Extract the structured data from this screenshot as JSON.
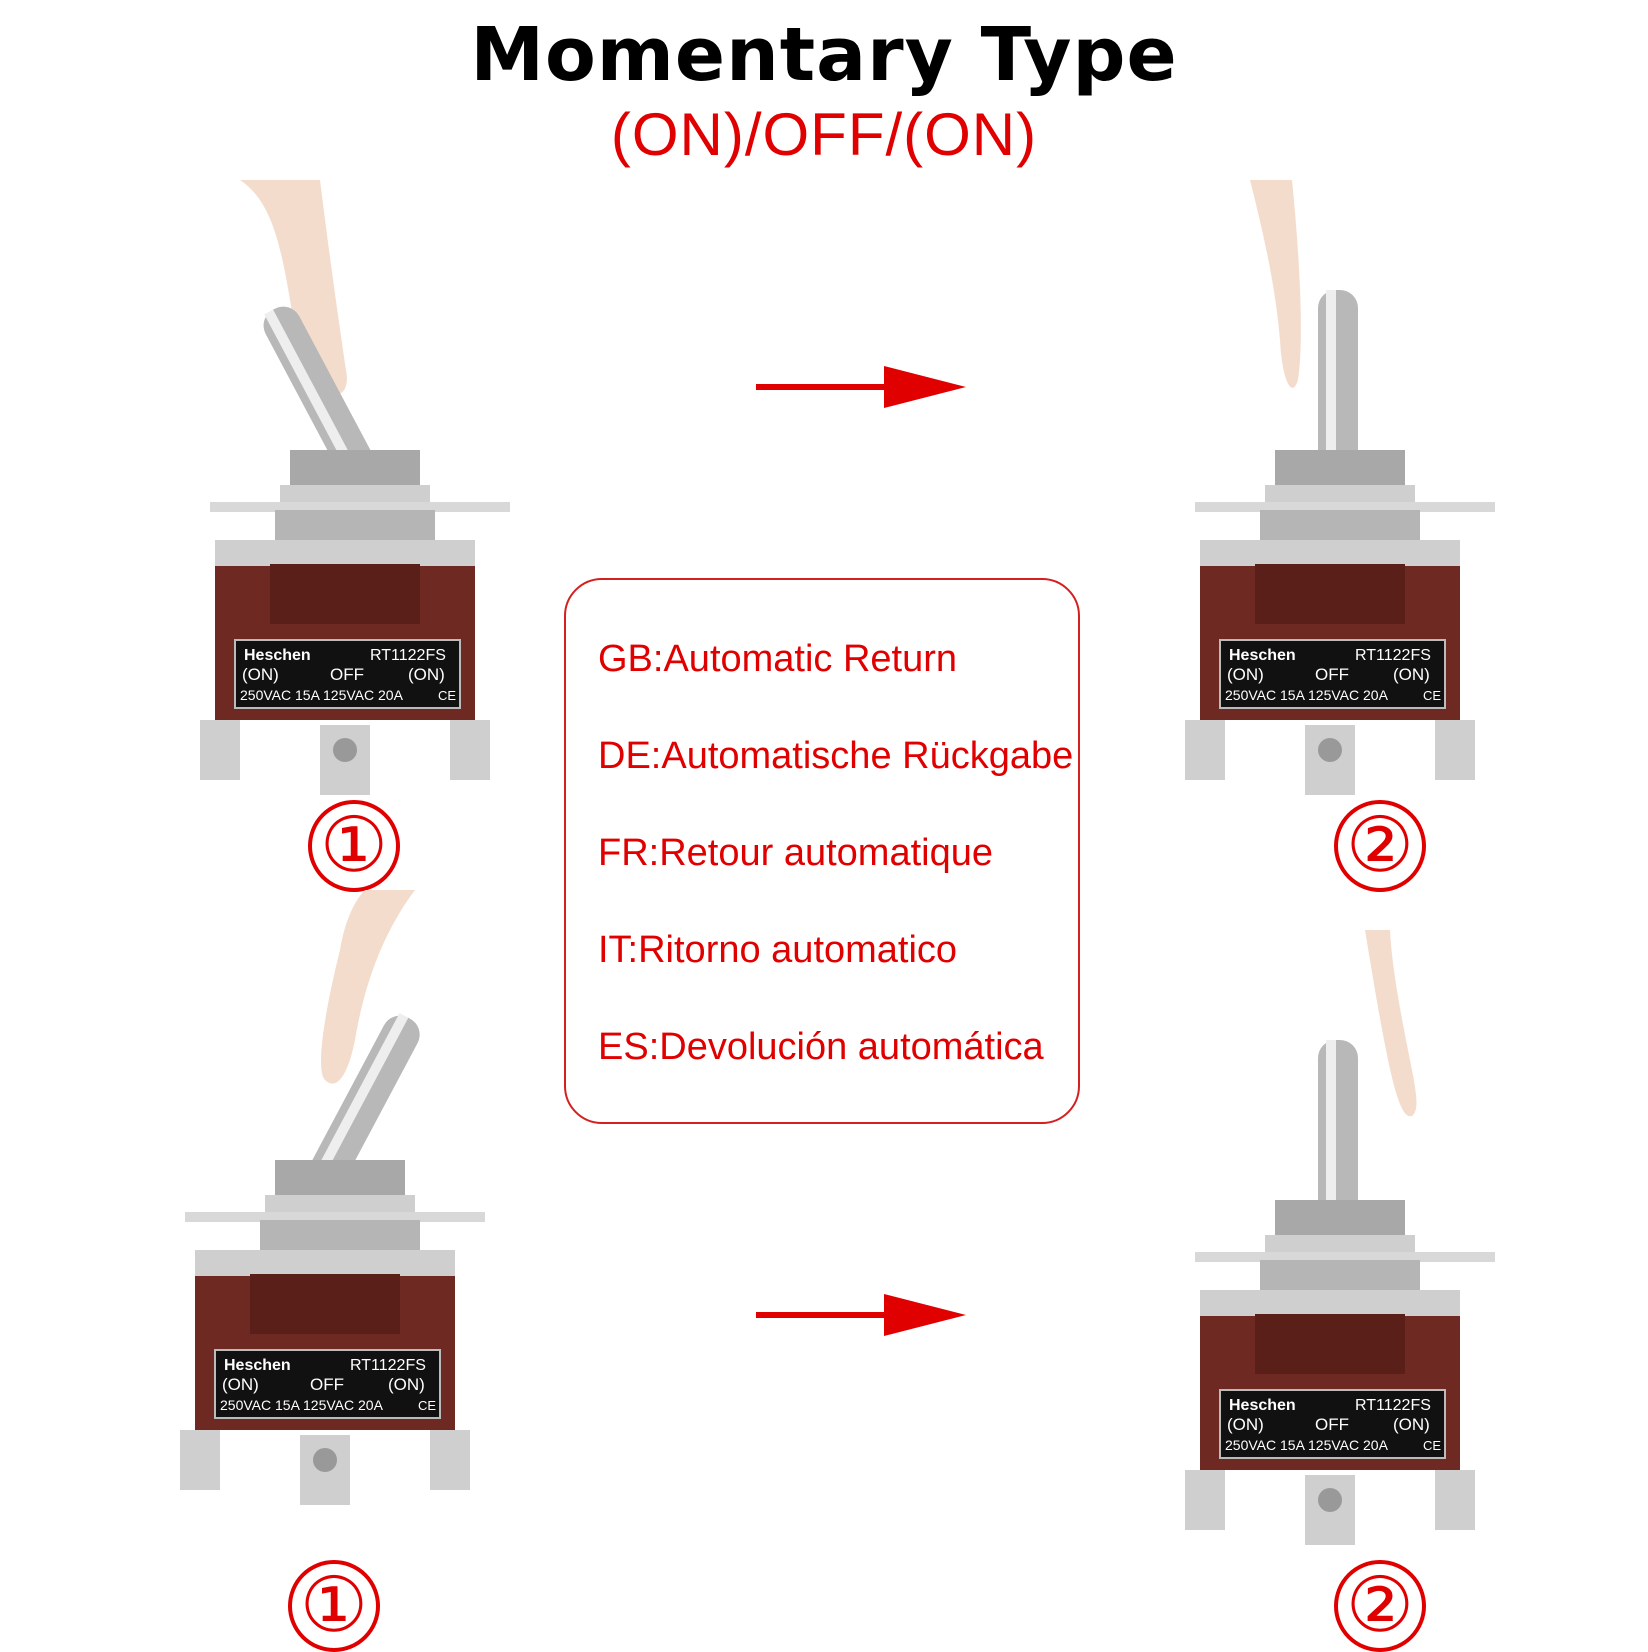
{
  "title": "Momentary Type",
  "subtitle": "(ON)/OFF/(ON)",
  "panel": {
    "lines": [
      "GB:Automatic Return",
      "DE:Automatische Rückgabe",
      "FR:Retour automatique",
      "IT:Ritorno automatico",
      "ES:Devolución automática"
    ]
  },
  "switch_label": {
    "brand": "Heschen",
    "model": "RT1122FS",
    "left_on": "(ON)",
    "off": "OFF",
    "right_on": "(ON)",
    "rating": "250VAC 15A 125VAC 20A",
    "mark": "CE"
  },
  "steps": {
    "one": "①",
    "two": "②"
  },
  "colors": {
    "accent": "#e00000",
    "switch_body": "#6e2a22",
    "plate": "#111111",
    "metal": "#c9c9c9"
  }
}
